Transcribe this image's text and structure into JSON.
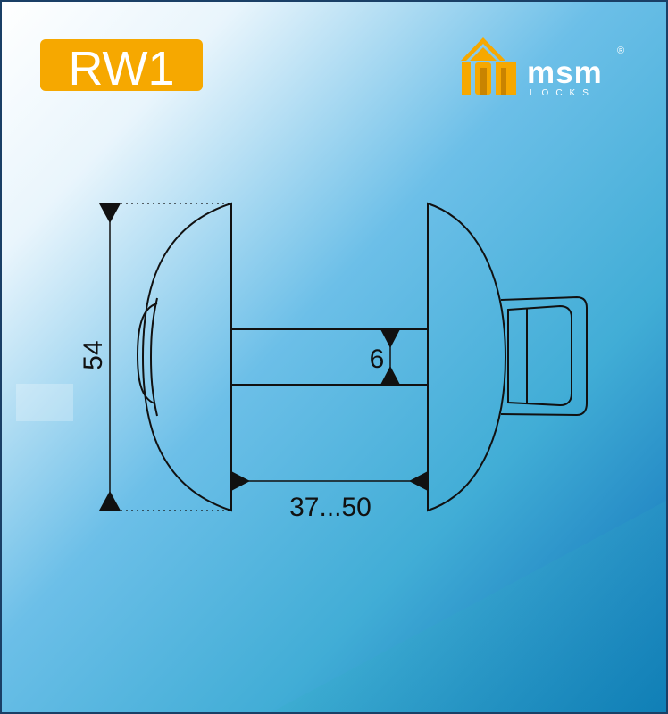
{
  "model_badge": {
    "label": "RW1",
    "color": "#f6a800"
  },
  "brand": {
    "name": "msm",
    "sub": "LOCKS",
    "registered": "®",
    "logo_color": "#f6a800"
  },
  "dimensions": {
    "height_label": "54",
    "shaft_label": "6",
    "length_label": "37...50"
  },
  "colors": {
    "background_top_left": "#ffffff",
    "background_mid": "#6cbfe8",
    "background_bottom_right": "#0a6ab6",
    "stroke": "#111111"
  },
  "icons": [
    "msm-logo-icon"
  ]
}
